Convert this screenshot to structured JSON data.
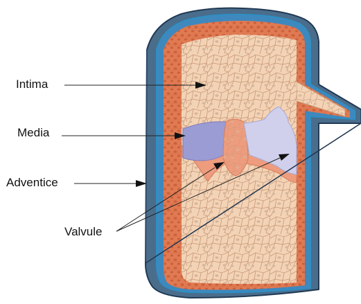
{
  "labels": {
    "intima": "Intima",
    "media": "Media",
    "adventice": "Adventice",
    "valvule": "Valvule"
  },
  "colors": {
    "adventitia": "#4a6d8c",
    "adventitia_edge": "#2c4a66",
    "blue_line": "#2e8fc4",
    "media": "#e07a52",
    "media_dot": "#c65a36",
    "intima": "#f3d3b5",
    "cell_line": "#c79777",
    "valve_left": "#9c9cd4",
    "valve_right": "#d0d0ec",
    "valve_base": "#ee9c7e",
    "pointer": "#222222"
  }
}
